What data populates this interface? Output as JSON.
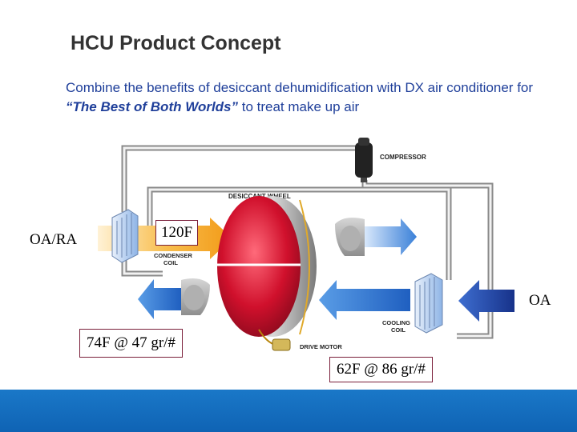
{
  "slide": {
    "title": "HCU Product Concept",
    "bullet_part1": "Combine the benefits of desiccant dehumidification with DX air conditioner for ",
    "bullet_emphasis": "“The Best of Both Worlds”",
    "bullet_part2": " to treat make up air"
  },
  "diagram": {
    "labels": {
      "compressor": "COMPRESSOR",
      "desiccant_wheel": "DESICCANT WHEEL",
      "condenser_coil_1": "CONDENSER",
      "condenser_coil_2": "COIL",
      "cooling_coil_1": "COOLING",
      "cooling_coil_2": "COIL",
      "drive_motor": "DRIVE MOTOR"
    },
    "callouts": {
      "oa_ra": "OA/RA",
      "temp_120": "120F",
      "oa": "OA",
      "supply": "74F @ 47 gr/#",
      "after_coil": "62F @ 86 gr/#"
    }
  },
  "colors": {
    "title": "#333333",
    "bullet_text": "#1f3f9a",
    "hot_air": "#f5a623",
    "cool_air": "#2f6fd0",
    "outside_air": "#1e3f9a",
    "wheel": "#c8102e",
    "footer": "#1a78c8"
  }
}
